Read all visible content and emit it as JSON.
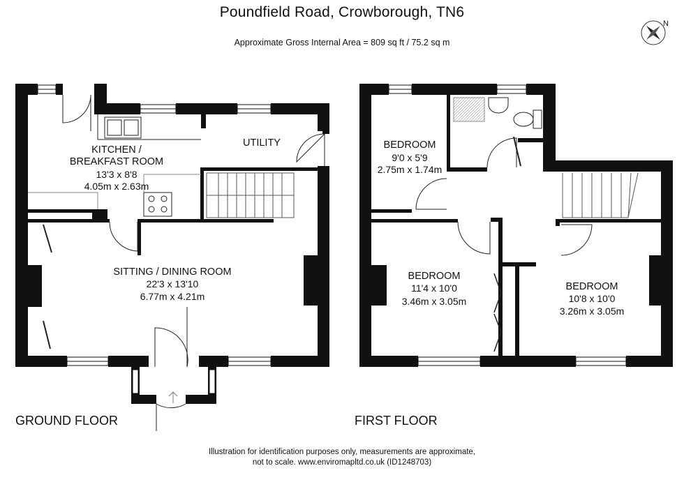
{
  "header": {
    "title": "Poundfield Road, Crowborough, TN6",
    "area": "Approximate Gross Internal Area = 809 sq ft / 75.2 sq m",
    "compass_letter": "N"
  },
  "floors": {
    "ground": {
      "label": "GROUND FLOOR",
      "rooms": {
        "kitchen": {
          "name_line1": "KITCHEN /",
          "name_line2": "BREAKFAST ROOM",
          "imperial": "13'3 x 8'8",
          "metric": "4.05m x 2.63m"
        },
        "utility": {
          "name": "UTILITY"
        },
        "sitting": {
          "name": "SITTING / DINING ROOM",
          "imperial": "22'3 x 13'10",
          "metric": "6.77m x 4.21m"
        }
      }
    },
    "first": {
      "label": "FIRST FLOOR",
      "rooms": {
        "bedroom_small": {
          "name": "BEDROOM",
          "imperial": "9'0 x 5'9",
          "metric": "2.75m x 1.74m"
        },
        "bedroom_left": {
          "name": "BEDROOM",
          "imperial": "11'4 x 10'0",
          "metric": "3.46m x 3.05m"
        },
        "bedroom_right": {
          "name": "BEDROOM",
          "imperial": "10'8 x 10'0",
          "metric": "3.26m x 3.05m"
        }
      }
    }
  },
  "footer": {
    "line1": "Illustration for identification purposes only, measurements are approximate,",
    "line2": "not to scale. www.enviromapltd.co.uk (ID1248703)"
  }
}
